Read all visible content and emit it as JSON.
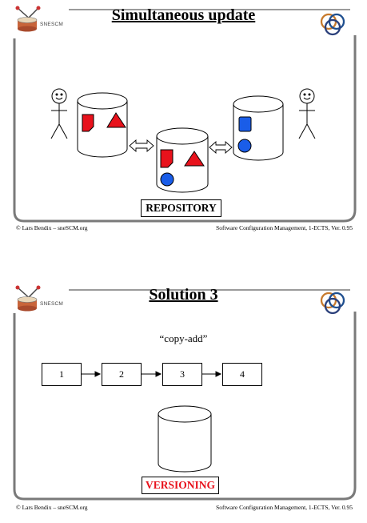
{
  "slides": [
    {
      "logo_text": "SNESCM",
      "title": "Simultaneous update",
      "label": "REPOSITORY",
      "footer_left": "© Lars Bendix – sneSCM.org",
      "footer_right": "Software Configuration Management, 1-ECTS, Ver. 0.95"
    },
    {
      "logo_text": "SNESCM",
      "title": "Solution 3",
      "subtitle": "“copy-add”",
      "steps": [
        "1",
        "2",
        "3",
        "4"
      ],
      "label": "VERSIONING",
      "footer_left": "© Lars Bendix – sneSCM.org",
      "footer_right": "Software Configuration Management, 1-ECTS, Ver. 0.95"
    }
  ],
  "colors": {
    "red_shape": "#e8121c",
    "blue_shape": "#1a5de8",
    "versioning_label": "#e8121c",
    "frame_gray": "#7a7a7a"
  }
}
